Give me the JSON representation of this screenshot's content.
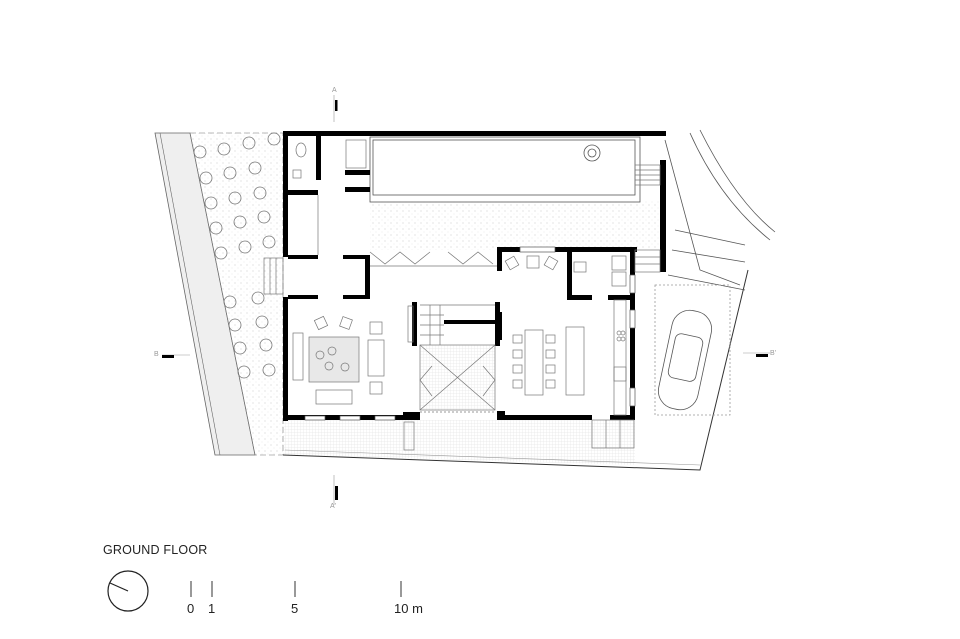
{
  "drawing": {
    "title": "GROUND FLOOR",
    "scale_bar": {
      "ticks": [
        {
          "label": "0",
          "value": 0
        },
        {
          "label": "1",
          "value": 1
        },
        {
          "label": "5",
          "value": 5
        },
        {
          "label": "10 m",
          "value": 10
        }
      ]
    },
    "sections": {
      "a_top": "A",
      "a_bottom": "A'",
      "b_left": "B",
      "b_right": "B'"
    },
    "colors": {
      "wall": "#000000",
      "line": "#555555",
      "hatch": "#d8d8d8"
    }
  }
}
